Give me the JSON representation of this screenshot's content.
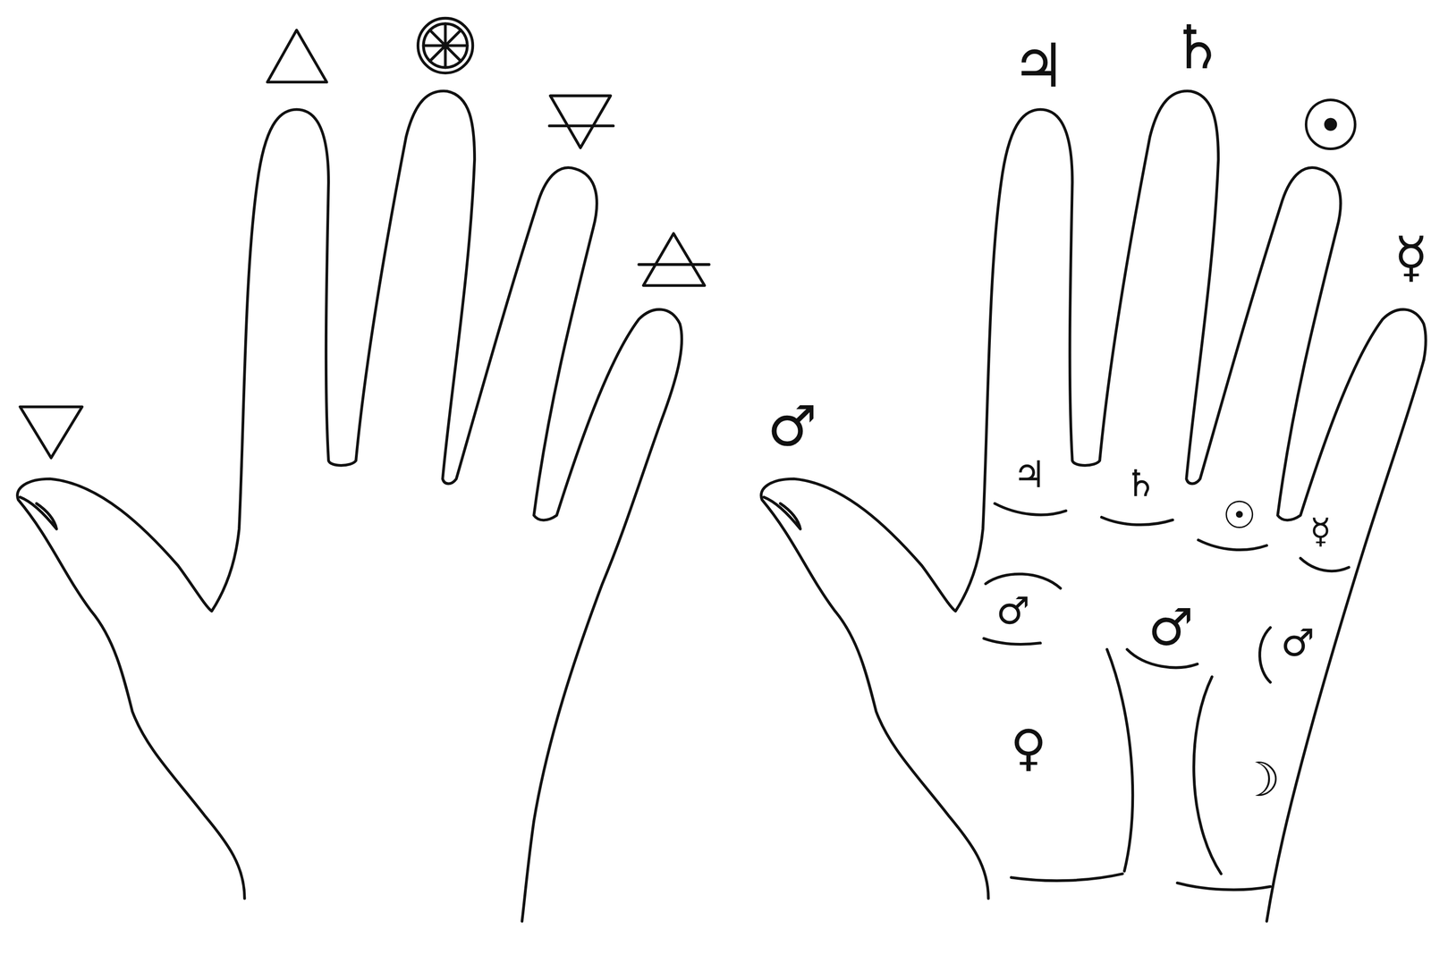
{
  "diagram": {
    "labels": [
      "♃",
      "♄",
      "☉",
      "☿",
      "♂",
      "♃",
      "♄",
      "☉",
      "☿",
      "♂",
      "♂",
      "♂",
      "♀",
      "☽"
    ]
  }
}
